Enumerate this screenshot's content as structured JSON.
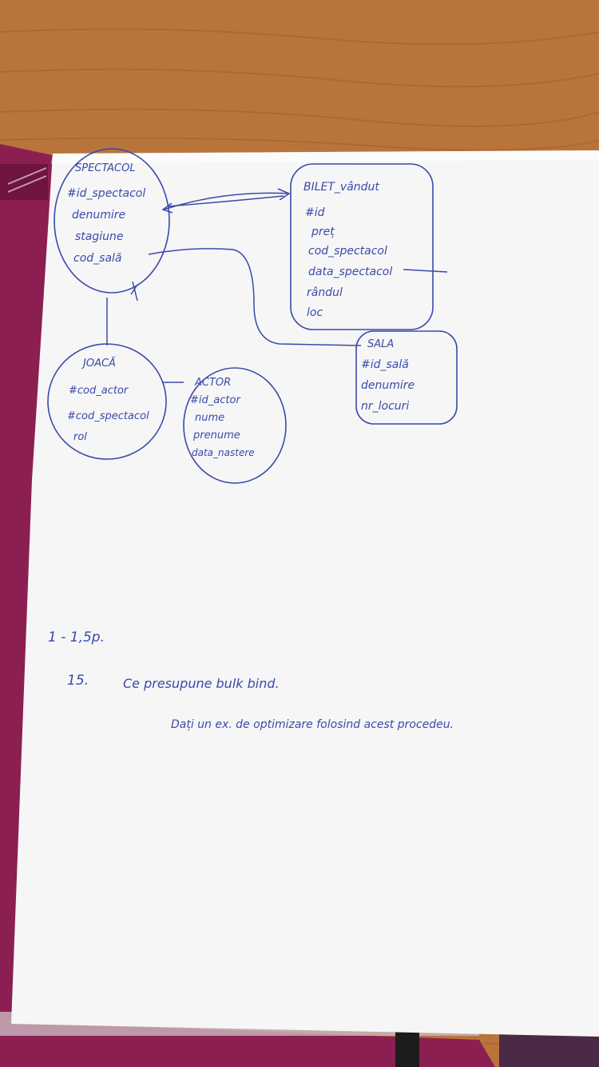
{
  "colors": {
    "table_wood": "#b9743c",
    "folder": "#8c1f52",
    "paper": "#f6f6f7",
    "ink": "#3a4aa8"
  },
  "diagram": {
    "spectacol": {
      "title": "SPECTACOL",
      "fields": [
        "#id_spectacol",
        "denumire",
        "stagiune",
        "cod_sală"
      ]
    },
    "bilet": {
      "title": "BILET_vândut",
      "fields": [
        "#id",
        "preț",
        "cod_spectacol",
        "data_spectacol",
        "rândul",
        "loc"
      ]
    },
    "sala": {
      "title": "SALA",
      "fields": [
        "#id_sală",
        "denumire",
        "nr_locuri"
      ]
    },
    "joaca": {
      "title": "JOACĂ",
      "fields": [
        "#cod_actor",
        "#cod_spectacol",
        "rol"
      ]
    },
    "actor": {
      "title": "ACTOR",
      "fields": [
        "#id_actor",
        "nume",
        "prenume",
        "data_nastere"
      ]
    }
  },
  "notes": {
    "points": "1 - 1,5p.",
    "question_number": "15.",
    "question_line1": "Ce presupune bulk bind.",
    "question_line2": "Dați un ex. de optimizare folosind acest procedeu."
  }
}
